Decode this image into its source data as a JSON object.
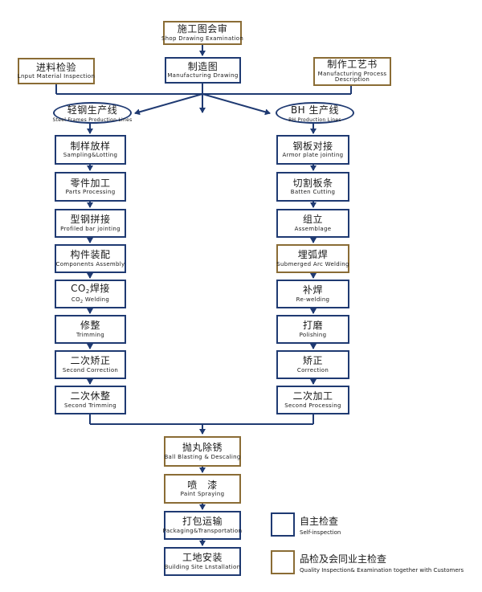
{
  "colors": {
    "self_border": "#1f3a72",
    "joint_border": "#8a6c35",
    "arrow": "#1f3a72"
  },
  "top": {
    "shop_drawing": {
      "zh": "施工图会审",
      "en": "Shop Drawing Examination"
    },
    "manufacturing_drawing": {
      "zh": "制造图",
      "en": "Manufacturing Drawing"
    },
    "input_inspection": {
      "zh": "进料检验",
      "en": "Lnput Material Inspection"
    },
    "process_description": {
      "zh": "制作工艺书",
      "en1": "Manufacturing Process",
      "en2": "Description"
    }
  },
  "lines": {
    "left": {
      "zh": "轻钢生产线",
      "en": "Steel Frames Production Lines"
    },
    "right": {
      "zh": "BH 生产线",
      "en": "BH Production Lines"
    }
  },
  "left_steps": [
    {
      "zh": "制样放样",
      "en": "Sampling&Lotting"
    },
    {
      "zh": "零件加工",
      "en": "Parts Processing"
    },
    {
      "zh": "型钢拼接",
      "en": "Profiled bar jointing"
    },
    {
      "zh": "构件装配",
      "en": "Components Assembly"
    },
    {
      "zh_pre": "CO",
      "zh_sub": "2",
      "zh_post": "焊接",
      "en_pre": "CO",
      "en_sub": "2",
      "en_post": " Welding"
    },
    {
      "zh": "修整",
      "en": "Trimming"
    },
    {
      "zh": "二次矫正",
      "en": "Second Correction"
    },
    {
      "zh": "二次休整",
      "en": "Second Trimming"
    }
  ],
  "right_steps": [
    {
      "zh": "钢板对接",
      "en": "Armor plate jointing"
    },
    {
      "zh": "切割板条",
      "en": "Batten Cutting"
    },
    {
      "zh": "组立",
      "en": "Assemblage"
    },
    {
      "zh": "埋弧焊",
      "en": "Submerged Arc Welding"
    },
    {
      "zh": "补焊",
      "en": "Re-welding"
    },
    {
      "zh": "打磨",
      "en": "Polishing"
    },
    {
      "zh": "矫正",
      "en": "Correction"
    },
    {
      "zh": "二次加工",
      "en": "Second Processing"
    }
  ],
  "bottom_steps": [
    {
      "zh": "抛丸除锈",
      "en": "Ball Blasting & Descaling"
    },
    {
      "zh": "喷　漆",
      "en": "Paint Spraying"
    },
    {
      "zh": "打包运输",
      "en": "Packaging&Transportation"
    },
    {
      "zh": "工地安装",
      "en": "Building Site Lnstallation"
    }
  ],
  "legend": {
    "self": {
      "zh": "自主检查",
      "en": "Self-inspection"
    },
    "joint": {
      "zh": "品检及会同业主检查",
      "en": "Quality Inspection& Examination together with Customers"
    }
  }
}
